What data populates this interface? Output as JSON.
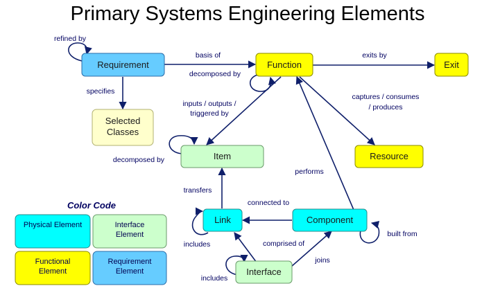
{
  "title": "Primary Systems Engineering Elements",
  "colors": {
    "physical": "#00ffff",
    "interface": "#ccffcc",
    "functional": "#ffff00",
    "requirement": "#66ccff",
    "classes": "#ffffcc",
    "edge": "#0f1f6a"
  },
  "nodes": {
    "requirement": "Requirement",
    "function": "Function",
    "exit": "Exit",
    "selected_classes_1": "Selected",
    "selected_classes_2": "Classes",
    "item": "Item",
    "resource": "Resource",
    "link": "Link",
    "component": "Component",
    "interface": "Interface"
  },
  "edges": {
    "refined_by": "refined by",
    "basis_of": "basis of",
    "decomposed_by_function": "decomposed by",
    "exits_by": "exits by",
    "specifies": "specifies",
    "inputs_line1": "inputs / outputs /",
    "inputs_line2": "triggered by",
    "captures_line1": "captures / consumes",
    "captures_line2": "/ produces",
    "decomposed_by_item": "decomposed by",
    "performs": "performs",
    "transfers": "transfers",
    "connected_to": "connected to",
    "built_from": "built from",
    "includes_link": "includes",
    "comprised_of": "comprised of",
    "joins": "joins",
    "includes_interface": "includes"
  },
  "legend": {
    "title": "Color Code",
    "physical_1": "Physical Element",
    "interface_1": "Interface",
    "interface_2": "Element",
    "functional_1": "Functional",
    "functional_2": "Element",
    "requirement_1": "Requirement",
    "requirement_2": "Element"
  }
}
